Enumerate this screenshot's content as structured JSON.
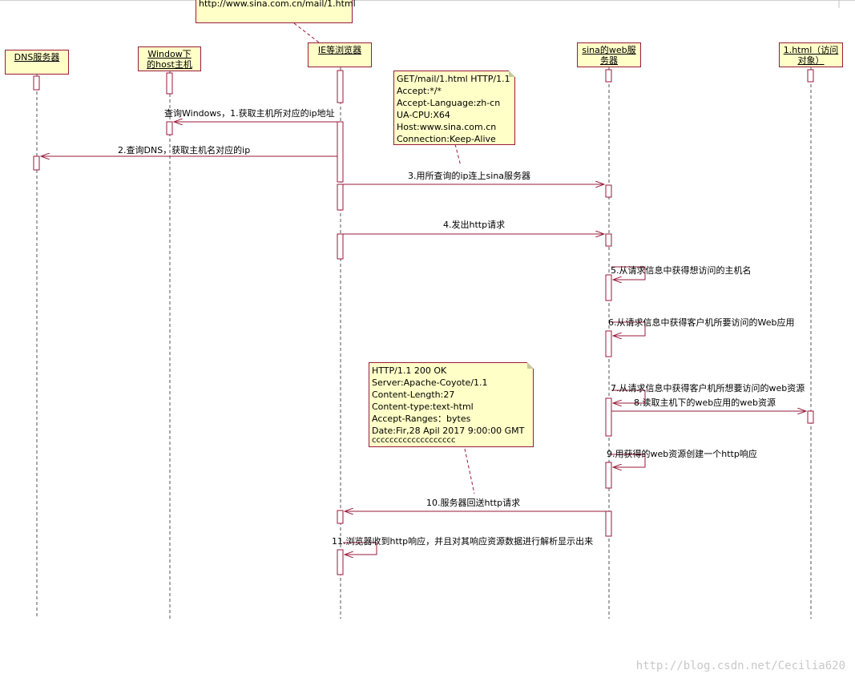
{
  "top_note": {
    "text": "http://www.sina.com.cn/mail/1.html"
  },
  "lifelines": [
    {
      "id": "dns",
      "label": "DNS服务器"
    },
    {
      "id": "host",
      "label": "Window下的host主机"
    },
    {
      "id": "browser",
      "label": "IE等浏览器"
    },
    {
      "id": "sina",
      "label": "sina的web服务器"
    },
    {
      "id": "html",
      "label": "1.html（访问对象）"
    }
  ],
  "messages": [
    {
      "label": "查询Windows，1.获取主机所对应的ip地址"
    },
    {
      "label": "2.查询DNS，获取主机名对应的ip"
    },
    {
      "label": "3.用所查询的ip连上sina服务器"
    },
    {
      "label": "4.发出http请求"
    },
    {
      "label": "5.从请求信息中获得想访问的主机名"
    },
    {
      "label": "6.从请求信息中获得客户机所要访问的Web应用"
    },
    {
      "label": "7.从请求信息中获得客户机所想要访问的web资源"
    },
    {
      "label": "8.读取主机下的web应用的web资源"
    },
    {
      "label": "9.用获得的web资源创建一个http响应"
    },
    {
      "label": "10.服务器回送http请求"
    },
    {
      "label": "11.浏览器收到http响应，并且对其响应资源数据进行解析显示出来"
    }
  ],
  "request_note": {
    "lines": [
      "GET/mail/1.html HTTP/1.1",
      "Accept:*/*",
      "Accept-Language:zh-cn",
      "UA-CPU:X64",
      "Host:www.sina.com.cn",
      "Connection:Keep-Alive"
    ]
  },
  "response_note": {
    "lines": [
      "HTTP/1.1 200 OK",
      "Server:Apache-Coyote/1.1",
      "Content-Length:27",
      "Content-type:text-html",
      "Accept-Ranges：bytes",
      "Date:Fir,28 Apil 2017 9:00:00 GMT",
      "ccccccccccccccccccc"
    ]
  },
  "watermark": "http://blog.csdn.net/Cecilia620",
  "colors": {
    "frame": "#9a1a3a",
    "fill": "#ffffc8",
    "line": "#000000"
  }
}
